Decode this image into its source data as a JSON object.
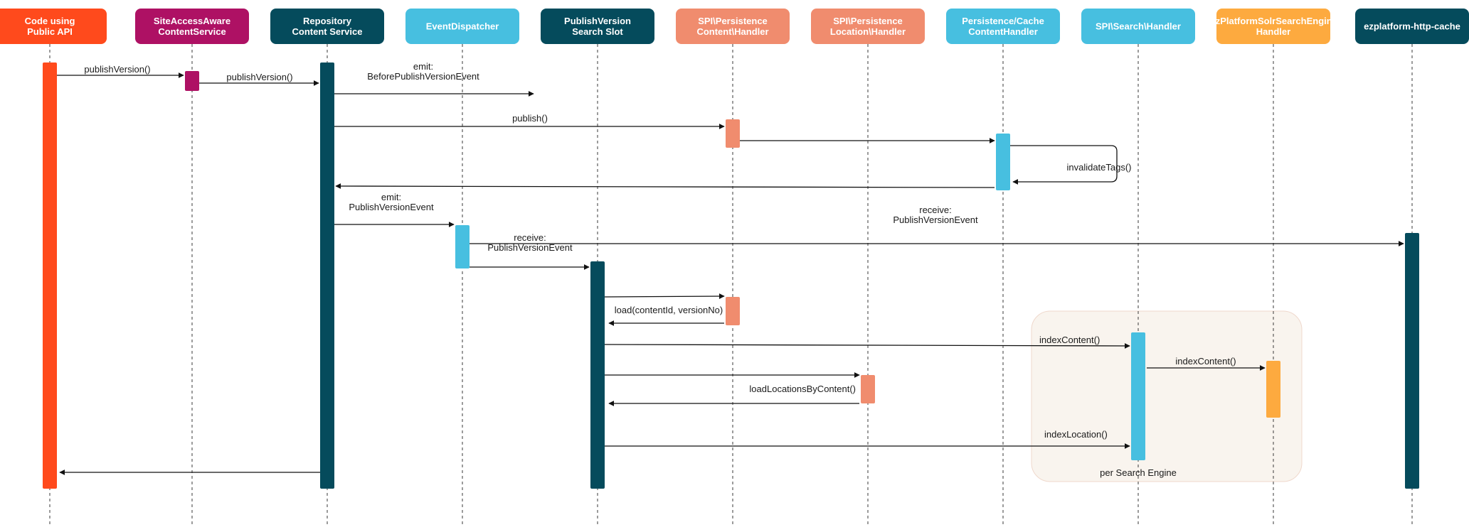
{
  "participants": [
    {
      "id": "p0",
      "label": [
        "Code using",
        "Public API"
      ],
      "color": "#ff4a1c"
    },
    {
      "id": "p1",
      "label": [
        "SiteAccessAware",
        "ContentService"
      ],
      "color": "#ae1164"
    },
    {
      "id": "p2",
      "label": [
        "Repository",
        "Content Service"
      ],
      "color": "#054b5c"
    },
    {
      "id": "p3",
      "label": [
        "EventDispatcher"
      ],
      "color": "#47bfe0"
    },
    {
      "id": "p4",
      "label": [
        "PublishVersion",
        "Search Slot"
      ],
      "color": "#054b5c"
    },
    {
      "id": "p5",
      "label": [
        "SPI\\Persistence",
        "Content\\Handler"
      ],
      "color": "#f08c6e"
    },
    {
      "id": "p6",
      "label": [
        "SPI\\Persistence",
        "Location\\Handler"
      ],
      "color": "#f08c6e"
    },
    {
      "id": "p7",
      "label": [
        "Persistence/Cache",
        "ContentHandler"
      ],
      "color": "#47bfe0"
    },
    {
      "id": "p8",
      "label": [
        "SPI\\Search\\Handler"
      ],
      "color": "#47bfe0"
    },
    {
      "id": "p9",
      "label": [
        "EzPlatformSolrSearchEngine",
        "Handler"
      ],
      "color": "#fdaa3f"
    },
    {
      "id": "p10",
      "label": [
        "ezplatform-http-cache"
      ],
      "color": "#054b5c"
    }
  ],
  "messages": [
    {
      "id": "m0",
      "label": [
        "publishVersion()"
      ]
    },
    {
      "id": "m1",
      "label": [
        "publishVersion()"
      ]
    },
    {
      "id": "m2",
      "label": [
        "emit:",
        "BeforePublishVersionEvent"
      ]
    },
    {
      "id": "m3",
      "label": [
        "publish()"
      ]
    },
    {
      "id": "m4",
      "label": []
    },
    {
      "id": "m5",
      "label": [
        "invalidateTags()"
      ]
    },
    {
      "id": "m6",
      "label": []
    },
    {
      "id": "m7",
      "label": [
        "emit:",
        "PublishVersionEvent"
      ]
    },
    {
      "id": "m8",
      "label": [
        "receive:",
        "PublishVersionEvent"
      ]
    },
    {
      "id": "m9",
      "label": [
        "receive:",
        "PublishVersionEvent"
      ]
    },
    {
      "id": "m10",
      "label": []
    },
    {
      "id": "m11",
      "label": [
        "load(contentId, versionNo)"
      ]
    },
    {
      "id": "m12",
      "label": [
        "indexContent()"
      ]
    },
    {
      "id": "m13",
      "label": [
        "indexContent()"
      ]
    },
    {
      "id": "m14",
      "label": []
    },
    {
      "id": "m15",
      "label": [
        "loadLocationsByContent()"
      ]
    },
    {
      "id": "m16",
      "label": [
        "indexLocation()"
      ]
    },
    {
      "id": "m17",
      "label": []
    }
  ],
  "frame": {
    "label": "per Search Engine",
    "fill": "#f9f4ee",
    "stroke": "#efd8cc"
  }
}
